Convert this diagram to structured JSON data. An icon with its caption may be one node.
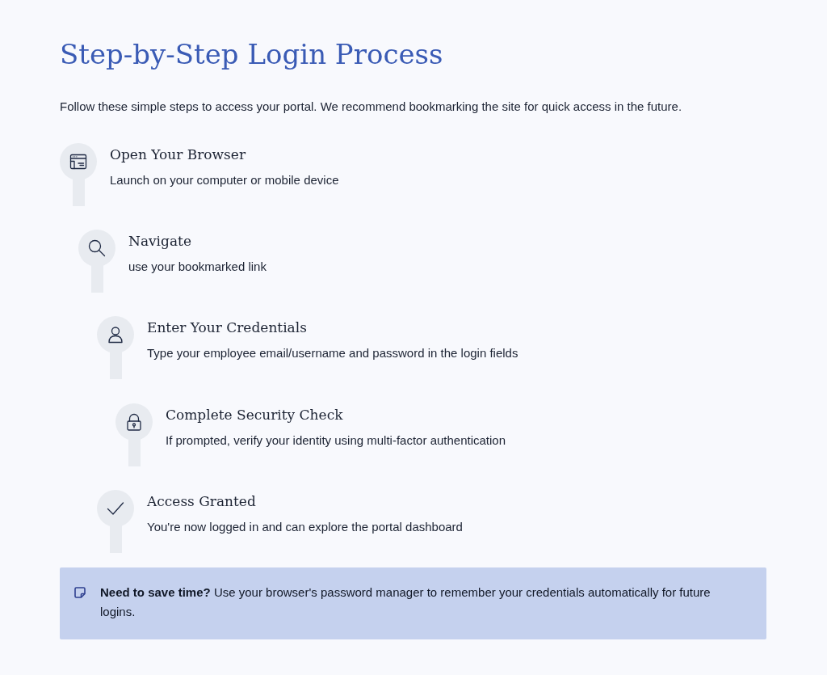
{
  "diagram": {
    "title": "Step-by-Step Login Process",
    "nodes": [
      {
        "text": [
          "Open Your Browser",
          "Launch on your computer or mobile device"
        ]
      },
      {
        "text": [
          "Navigate",
          "use your bookmarked link"
        ]
      },
      {
        "text": [
          "Enter Your Credentials",
          "Type your employee email/username and password in the login fields"
        ]
      },
      {
        "text": [
          "Complete Security Check",
          "If prompted, verify your identity using multi-factor authentication"
        ]
      },
      {
        "text": [
          "Access Granted",
          "You're now logged in and can explore the portal dashboard"
        ]
      },
      {
        "text": [
          "**Need to save time?** Use your browser's password manager to remember your credentials automatically for future logins."
        ]
      }
    ],
    "labels": [
      "Follow these simple steps to access your portal. We recommend bookmarking the site for quick access in the future."
    ]
  }
}
